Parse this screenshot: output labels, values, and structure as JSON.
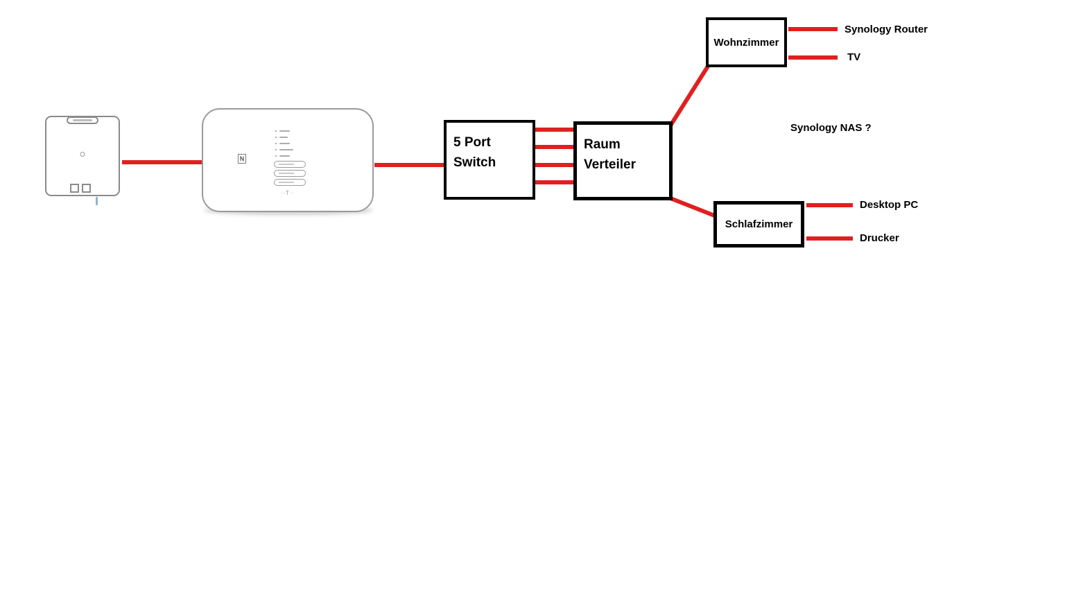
{
  "diagram": {
    "nodes": {
      "switch": {
        "line1": "5 Port",
        "line2": "Switch"
      },
      "verteiler": {
        "line1": "Raum",
        "line2": "Verteiler"
      },
      "wohnzimmer": {
        "label": "Wohnzimmer"
      },
      "schlafzimmer": {
        "label": "Schlafzimmer"
      }
    },
    "endpoints": {
      "synology_router": "Synology Router",
      "tv": "TV",
      "desktop_pc": "Desktop PC",
      "drucker": "Drucker"
    },
    "annotations": {
      "synology_nas": "Synology NAS ?"
    },
    "devices": {
      "modem": "fiber-modem",
      "router": "telekom-router",
      "router_logo": "N"
    },
    "colors": {
      "connector": "#e02020",
      "box_border": "#000000",
      "background": "#ffffff"
    }
  }
}
